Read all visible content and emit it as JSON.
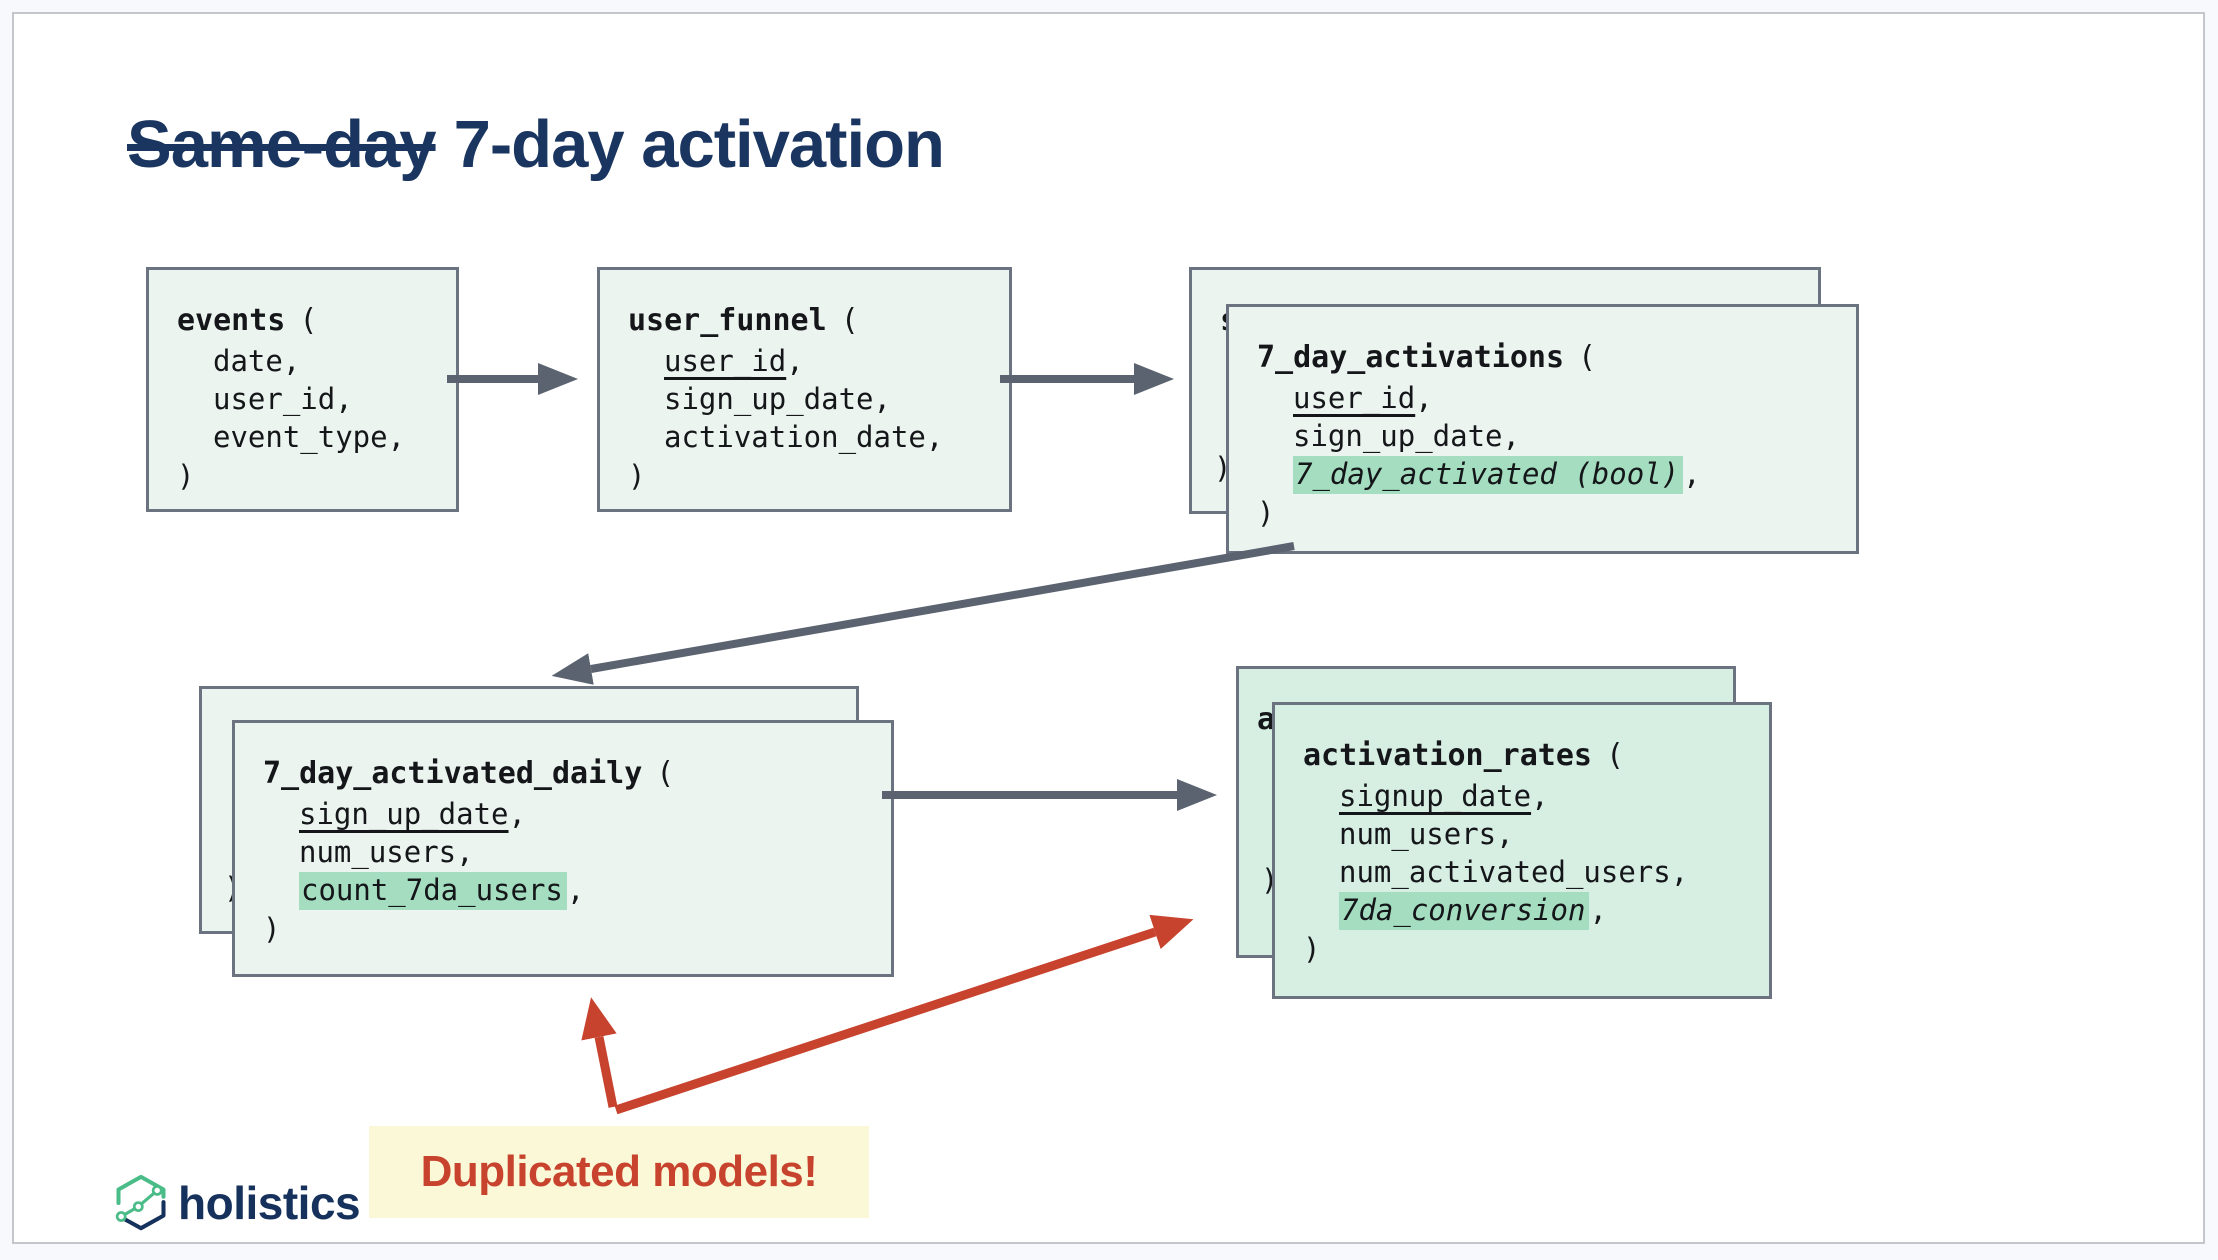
{
  "title": {
    "struck": "Same-day",
    "rest": "7-day activation"
  },
  "models": [
    {
      "name": "events",
      "open": "(",
      "close": ")",
      "fields": [
        {
          "text": "date",
          "suffix": ","
        },
        {
          "text": "user_id",
          "suffix": ","
        },
        {
          "text": "event_type",
          "suffix": ","
        }
      ]
    },
    {
      "name": "user_funnel",
      "open": "(",
      "close": ")",
      "fields": [
        {
          "text": "user_id",
          "suffix": ","
        },
        {
          "text": "sign_up_date",
          "suffix": ","
        },
        {
          "text": "activation_date",
          "suffix": ","
        }
      ]
    },
    {
      "name": "7_day_activations",
      "open": "(",
      "close": ")",
      "fields": [
        {
          "text": "user_id",
          "suffix": ","
        },
        {
          "text": "sign_up_date",
          "suffix": ","
        },
        {
          "text": "7_day_activated (bool)",
          "suffix": ","
        }
      ]
    },
    {
      "name": "7_day_activated_daily",
      "open": "(",
      "close": ")",
      "fields": [
        {
          "text": "sign_up_date",
          "suffix": ","
        },
        {
          "text": "num_users",
          "suffix": ","
        },
        {
          "text": "count_7da_users",
          "suffix": ","
        }
      ]
    },
    {
      "name": "activation_rates",
      "open": "(",
      "close": ")",
      "fields": [
        {
          "text": "signup_date",
          "suffix": ","
        },
        {
          "text": "num_users",
          "suffix": ","
        },
        {
          "text": "num_activated_users",
          "suffix": ","
        },
        {
          "text": "7da_conversion",
          "suffix": ","
        }
      ]
    }
  ],
  "hidden_models": [
    {
      "fragment": "s",
      "close": ")"
    },
    {
      "fragment": "s",
      "close": ")"
    },
    {
      "fragment": "a",
      "close": ")"
    }
  ],
  "annotation": {
    "label": "Duplicated models!"
  },
  "logo": {
    "text": "holistics"
  },
  "colors": {
    "title_navy": "#1a3660",
    "box_fill_light": "#ecf4ef",
    "box_fill_mint": "#d7eee3",
    "box_border_slate": "#6a737f",
    "highlight_green": "#a4ddbf",
    "arrow_gray": "#5b6370",
    "annotation_red": "#c8432e",
    "annotation_bg": "#fbf8d8",
    "logo_green": "#4abc87",
    "logo_navy": "#16325c"
  }
}
